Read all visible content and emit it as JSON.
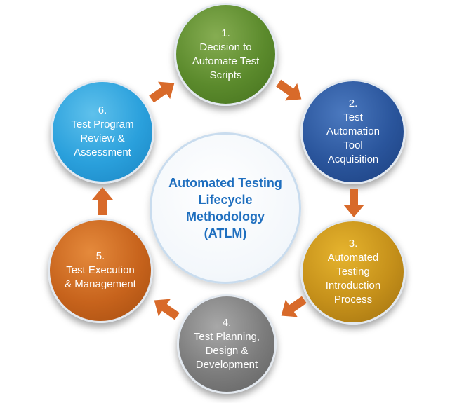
{
  "center": {
    "title": "Automated Testing Lifecycle Methodology (ATLM)"
  },
  "steps": [
    {
      "number": "1.",
      "label": "Decision to Automate Test Scripts",
      "color": "#5b8a2c"
    },
    {
      "number": "2.",
      "label": "Test Automation Tool Acquisition",
      "color": "#2a559c"
    },
    {
      "number": "3.",
      "label": "Automated Testing Introduction Process",
      "color": "#c5901a"
    },
    {
      "number": "4.",
      "label": "Test Planning, Design & Development",
      "color": "#7c7c7c"
    },
    {
      "number": "5.",
      "label": "Test Execution & Management",
      "color": "#c7631c"
    },
    {
      "number": "6.",
      "label": "Test Program Review & Assessment",
      "color": "#2aa0dc"
    }
  ],
  "colors": {
    "arrow": "#d86a2a",
    "center_text": "#1f6fbf",
    "center_border": "#c9dcee"
  }
}
